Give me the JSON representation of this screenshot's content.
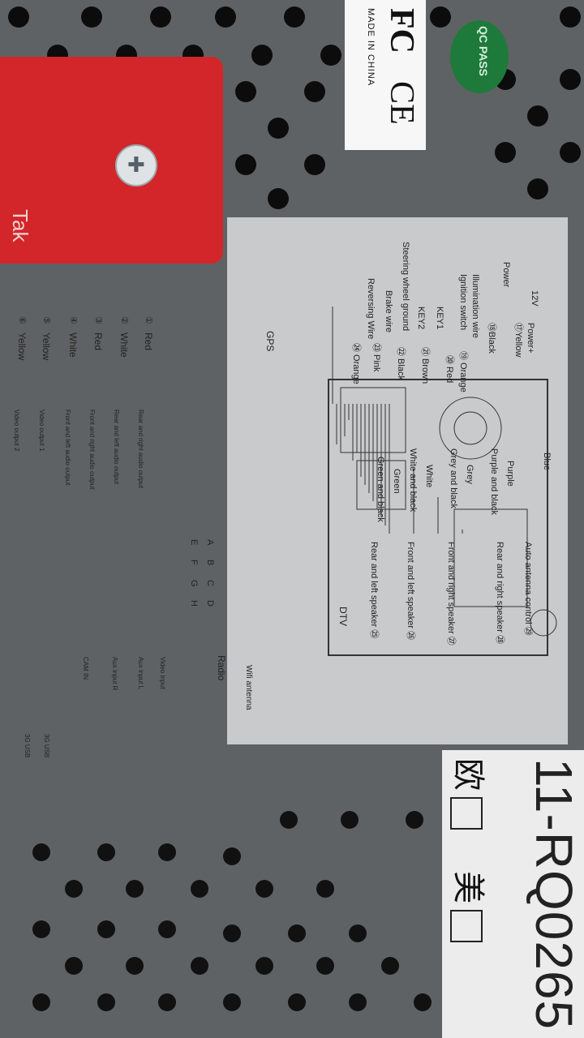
{
  "certification_label": {
    "fcc": "FC",
    "ce": "CE",
    "origin": "MADE IN CHINA"
  },
  "qc_sticker": "QC PASS",
  "red_tag_text": "Tak",
  "model_label": {
    "model": "11-RQ0265",
    "region_eu": "欧",
    "region_us": "美"
  },
  "wiring": {
    "power": {
      "supply": "12V",
      "power_label": "Power",
      "power_plus": "Power+",
      "yellow": "⑰Yellow",
      "black": "⑱Black"
    },
    "wires": [
      {
        "name": "Illumination wire",
        "color": "⑲ Orange"
      },
      {
        "name": "Ignition switch",
        "color": "⑳ Red"
      },
      {
        "name": "KEY1",
        "color": "㉑ Brown"
      },
      {
        "name": "KEY2",
        "color": "㉒ Black"
      },
      {
        "name": "Steering wheel ground",
        "color": ""
      },
      {
        "name": "Brake wire",
        "color": "㉓ Pink"
      },
      {
        "name": "Reversing Wire",
        "color": "㉔ Orange"
      }
    ],
    "rca_outputs": [
      {
        "num": "①",
        "color": "Red",
        "label": "Rear and right audio output"
      },
      {
        "num": "②",
        "color": "White",
        "label": "Rear and left audio output"
      },
      {
        "num": "③",
        "color": "Red",
        "label": "Front and right audio output"
      },
      {
        "num": "④",
        "color": "White",
        "label": "Front and left audio output"
      },
      {
        "num": "⑤",
        "color": "Yellow",
        "label": "Video output 1"
      },
      {
        "num": "⑥",
        "color": "Yellow",
        "label": "Video output 2"
      }
    ],
    "speakers": [
      {
        "colors": [
          "Blue"
        ],
        "label": "Auto antenna control ㉙"
      },
      {
        "colors": [
          "Purple",
          "Purple and black"
        ],
        "label": "Rear and right speaker ㉘"
      },
      {
        "colors": [
          "Grey",
          "Grey and black"
        ],
        "label": "Front and right speaker ㉗"
      },
      {
        "colors": [
          "White",
          "White and black"
        ],
        "label": "Front and left speaker ㉖"
      },
      {
        "colors": [
          "Green",
          "Green and black"
        ],
        "label": "Rear and left speaker ㉕"
      }
    ],
    "connectors": [
      "A",
      "B",
      "C",
      "D",
      "E",
      "F",
      "G",
      "H"
    ],
    "antenna_labels": {
      "gps": "GPS",
      "dtv": "DTV",
      "radio": "Radio",
      "wifi": "Wifi antenna"
    },
    "inputs": [
      "Video input",
      "Aux input L",
      "Aux input R",
      "CAM IN"
    ],
    "usb": [
      "3G USB",
      "3G USB"
    ]
  },
  "colors": {
    "chassis": "#5f6264",
    "label_sheet": "#c9cacc",
    "red_tag": "#d2262a",
    "qc_green": "#1e7a3a"
  }
}
